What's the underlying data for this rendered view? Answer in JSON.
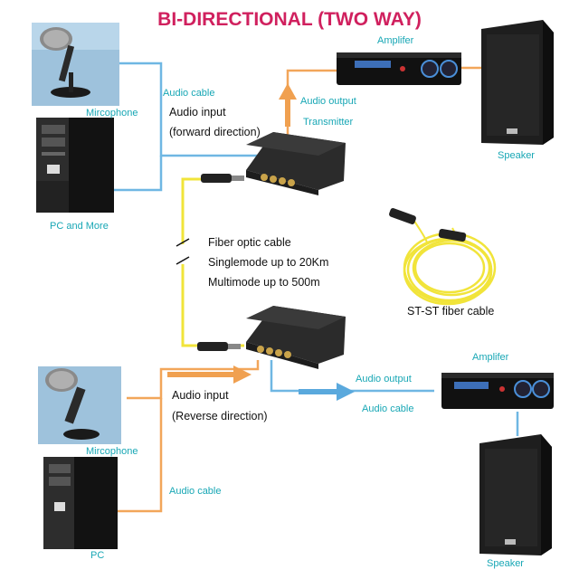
{
  "title": "BI-DIRECTIONAL (TWO WAY)",
  "labels": {
    "amplifier_top": "Amplifer",
    "amplifier_bottom": "Amplifer",
    "microphone_top": "Mircophone",
    "microphone_bottom": "Mircophone",
    "pc_top": "PC and More",
    "pc_bottom": "PC",
    "speaker_top": "Speaker",
    "speaker_bottom": "Speaker",
    "audio_cable_top": "Audio cable",
    "audio_output_top": "Audio output",
    "transmitter": "Transmitter",
    "audio_input_fwd_1": "Audio input",
    "audio_input_fwd_2": "(forward direction)",
    "fiber_1": "Fiber optic cable",
    "fiber_2": "Singlemode up to 20Km",
    "fiber_3": "Multimode up to 500m",
    "st_st": "ST-ST fiber cable",
    "audio_input_rev_1": "Audio input",
    "audio_input_rev_2": "(Reverse direction)",
    "audio_output_bottom": "Audio output",
    "audio_cable_mid": "Audio cable",
    "audio_cable_bottom": "Audio cable"
  },
  "colors": {
    "title": "#d0205e",
    "cyan_label": "#18a7b5",
    "audio_cable_blue": "#6fb7e3",
    "audio_cable_orange": "#f2a65a",
    "fiber_yellow": "#f1e43a"
  }
}
